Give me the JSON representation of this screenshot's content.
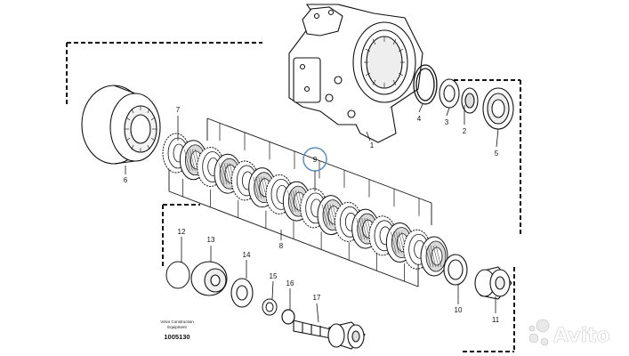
{
  "parts": {
    "p1": "1",
    "p2": "2",
    "p3": "3",
    "p4": "4",
    "p5": "5",
    "p6": "6",
    "p7": "7",
    "p8": "8",
    "p9": "9",
    "p10": "10",
    "p11": "11",
    "p12": "12",
    "p13": "13",
    "p14": "14",
    "p15": "15",
    "p16": "16",
    "p17": "17"
  },
  "footer": {
    "brand_line1": "Volvo Construction",
    "brand_line2": "Equipment",
    "drawing_code": "1005130"
  },
  "watermark": {
    "text": "Avito"
  },
  "colors": {
    "highlight_circle": "#5a8fc0",
    "line": "#111111"
  }
}
